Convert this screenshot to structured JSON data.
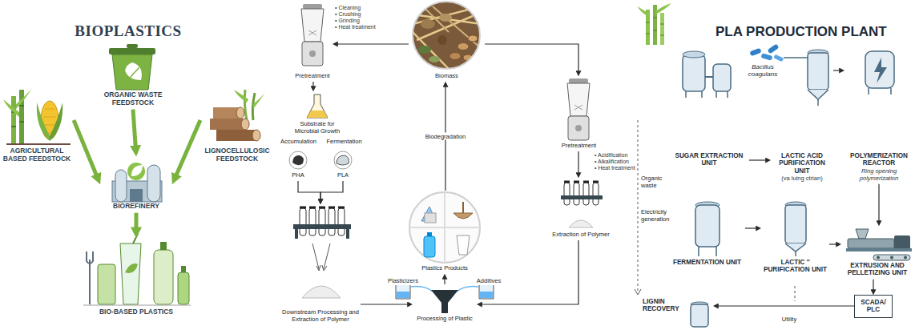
{
  "diagram": {
    "nodes": [
      {
        "text": [
          "AGRICULTURAL BASED FEEDSTOCK"
        ]
      },
      {
        "text": [
          "ORGANIC WASTE FEEDSTOCK"
        ]
      },
      {
        "text": [
          "LIGNOCELLULOSIC FEEDSTOCK"
        ]
      },
      {
        "text": [
          "BIOREFINERY"
        ]
      },
      {
        "text": [
          "BIO-BASED PLASTICS"
        ]
      },
      {
        "text": [
          "Pretreatment"
        ]
      },
      {
        "text": [
          "Biomass"
        ]
      },
      {
        "text": [
          "Pretreatment"
        ]
      },
      {
        "text": [
          "Substrate for Microbial Growth"
        ]
      },
      {
        "text": [
          "PHA"
        ]
      },
      {
        "text": [
          "PLA"
        ]
      },
      {
        "text": [
          "Plastics Products"
        ]
      },
      {
        "text": [
          "Extraction of Polymer"
        ]
      },
      {
        "text": [
          "Downstream Processing and Extraction of Polymer"
        ]
      },
      {
        "text": [
          "Processing of Plastic"
        ]
      },
      {
        "text": [
          "SUGAR EXTRACTION UNIT"
        ]
      },
      {
        "text": [
          "LACTIC ACID PURIFICATION UNIT",
          "(va luing ctrian)"
        ]
      },
      {
        "text": [
          "POLYMERIZATION REACTOR",
          "Ring opening polymerization"
        ]
      },
      {
        "text": [
          "FERMENTATION UNIT"
        ]
      },
      {
        "text": [
          "LACTIC '' PURIFICATION UNIT"
        ]
      },
      {
        "text": [
          "EXTRUSION AND PELLETIZING UNIT"
        ]
      },
      {
        "text": [
          "LIGNIN RECOVERY"
        ]
      },
      {
        "text": [
          "SCADA/ PLC"
        ]
      }
    ],
    "edges": [
      {
        "from": 0,
        "to": 3,
        "arrow": "to"
      },
      {
        "from": 1,
        "to": 3,
        "arrow": "to"
      },
      {
        "from": 2,
        "to": 3,
        "arrow": "to"
      },
      {
        "from": 3,
        "to": 4,
        "arrow": "to"
      },
      {
        "from": 6,
        "to": 5,
        "arrow": "to"
      },
      {
        "from": 5,
        "to": 8,
        "arrow": "to"
      },
      {
        "from": 9,
        "to": 13,
        "arrow": "to"
      },
      {
        "from": 10,
        "to": 13,
        "arrow": "to"
      },
      {
        "from": 13,
        "to": 14,
        "arrow": "to"
      },
      {
        "from": 14,
        "to": 11,
        "arrow": "to"
      },
      {
        "from": 11,
        "to": 6,
        "label": "Biodegradation",
        "arrow": "to"
      },
      {
        "from": 6,
        "to": 7,
        "arrow": "to"
      },
      {
        "from": 7,
        "to": 12,
        "arrow": "to"
      },
      {
        "from": 12,
        "to": 14,
        "arrow": "to"
      },
      {
        "from": 15,
        "to": 16,
        "arrow": "to"
      },
      {
        "from": 16,
        "to": 17,
        "arrow": "to"
      },
      {
        "from": 17,
        "to": 20,
        "arrow": "to"
      },
      {
        "from": 18,
        "to": 19,
        "arrow": "to"
      },
      {
        "from": 19,
        "to": 20,
        "arrow": "to"
      },
      {
        "from": 20,
        "to": 22,
        "arrow": "to"
      },
      {
        "from": 22,
        "to": 21,
        "arrow": "to"
      }
    ],
    "labels": [
      "BIOPLASTICS",
      "• Cleaning",
      "• Crushing",
      "• Grinding",
      "• Heat treatment",
      "Accumulation",
      "Fermentation",
      "• Acidification",
      "• Alkalification",
      "• Heat treatment",
      "Plasticizers",
      "Additives",
      "PLA PRODUCTION PLANT",
      "Bacillus coagulans",
      "Organic waste",
      "Electricity generation",
      "Utility"
    ]
  }
}
